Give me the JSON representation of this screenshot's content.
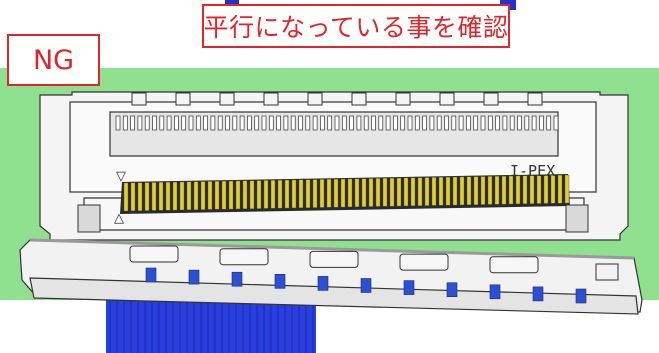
{
  "caption": "平行になっている事を確認",
  "status_label": "NG",
  "brand_marking": "I-PEX",
  "colors": {
    "background_board": "#8fe08f",
    "connector_body": "#f4f4f4",
    "outline": "#333333",
    "pins": "#e2cf2f",
    "cable_conductors": "#2a3fe0",
    "cable_tabs": "#2d4fd0",
    "highlight_border": "#e0262b",
    "top_bar": "#2233cc"
  }
}
